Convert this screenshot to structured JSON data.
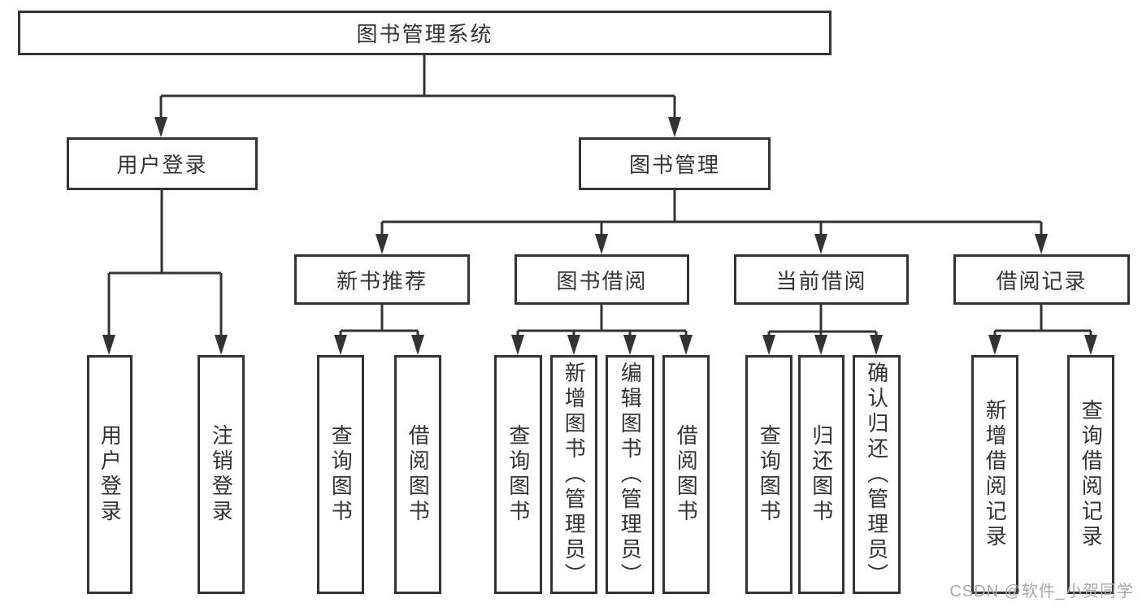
{
  "diagram": {
    "root": {
      "label": "图书管理系统"
    },
    "tree": [
      {
        "label": "用户登录",
        "children": [
          {
            "label": "用户登录"
          },
          {
            "label": "注销登录"
          }
        ]
      },
      {
        "label": "图书管理",
        "children": [
          {
            "label": "新书推荐",
            "children": [
              {
                "label": "查询图书"
              },
              {
                "label": "借阅图书"
              }
            ]
          },
          {
            "label": "图书借阅",
            "children": [
              {
                "label": "查询图书"
              },
              {
                "label": "新增图书（管理员）"
              },
              {
                "label": "编辑图书（管理员）"
              },
              {
                "label": "借阅图书"
              }
            ]
          },
          {
            "label": "当前借阅",
            "children": [
              {
                "label": "查询图书"
              },
              {
                "label": "归还图书"
              },
              {
                "label": "确认归还（管理员）"
              }
            ]
          },
          {
            "label": "借阅记录",
            "children": [
              {
                "label": "新增借阅记录"
              },
              {
                "label": "查询借阅记录"
              }
            ]
          }
        ]
      }
    ]
  },
  "watermark": {
    "text": "CSDN @软件_小贺同学"
  },
  "colors": {
    "line": "#333333",
    "text": "#333333",
    "box_background": "#ffffff",
    "watermark": "#a8a8a8",
    "page_background": "#ffffff"
  }
}
